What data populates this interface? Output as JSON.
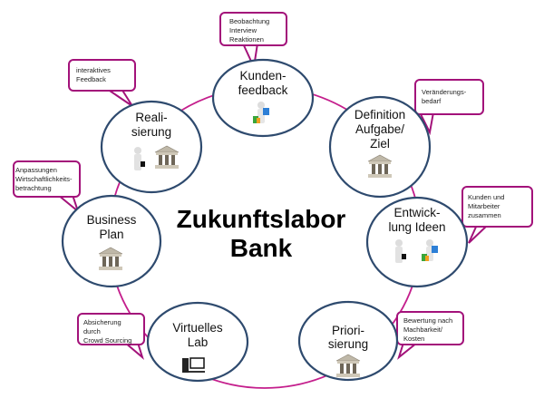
{
  "title": [
    "Zukunftslabor",
    "Bank"
  ],
  "colors": {
    "ring": "#c41e8c",
    "node_border": "#2e4a6e",
    "callout_border": "#a3127a"
  },
  "nodes": [
    {
      "lines": [
        "Kunden-",
        "feedback"
      ],
      "icons": [
        "shopper-icon"
      ]
    },
    {
      "lines": [
        "Definition",
        "Aufgabe/",
        "Ziel"
      ],
      "icons": [
        "bank-icon"
      ]
    },
    {
      "lines": [
        "Entwick-",
        "lung Ideen"
      ],
      "icons": [
        "businessman-icon",
        "shopper-icon"
      ]
    },
    {
      "lines": [
        "Priori-",
        "sierung"
      ],
      "icons": [
        "bank-icon"
      ]
    },
    {
      "lines": [
        "Virtuelles",
        "Lab"
      ],
      "icons": [
        "computer-icon"
      ]
    },
    {
      "lines": [
        "Business",
        "Plan"
      ],
      "icons": [
        "bank-icon"
      ]
    },
    {
      "lines": [
        "Reali-",
        "sierung"
      ],
      "icons": [
        "businessman-icon",
        "bank-icon"
      ]
    }
  ],
  "callouts": [
    {
      "lines": [
        "Beobachtung",
        "Interview",
        "Reaktionen"
      ]
    },
    {
      "lines": [
        "Veränderungs-",
        "bedarf"
      ]
    },
    {
      "lines": [
        "Kunden und",
        "Mitarbeiter",
        "zusammen"
      ]
    },
    {
      "lines": [
        "Bewertung nach",
        "Machbarkeit/",
        "Kosten"
      ]
    },
    {
      "lines": [
        "Absicherung",
        "durch",
        "Crowd Sourcing"
      ]
    },
    {
      "lines": [
        "Anpassungen",
        "Wirtschaftlichkeits-",
        "betrachtung"
      ]
    },
    {
      "lines": [
        "interaktives",
        "Feedback"
      ]
    }
  ]
}
